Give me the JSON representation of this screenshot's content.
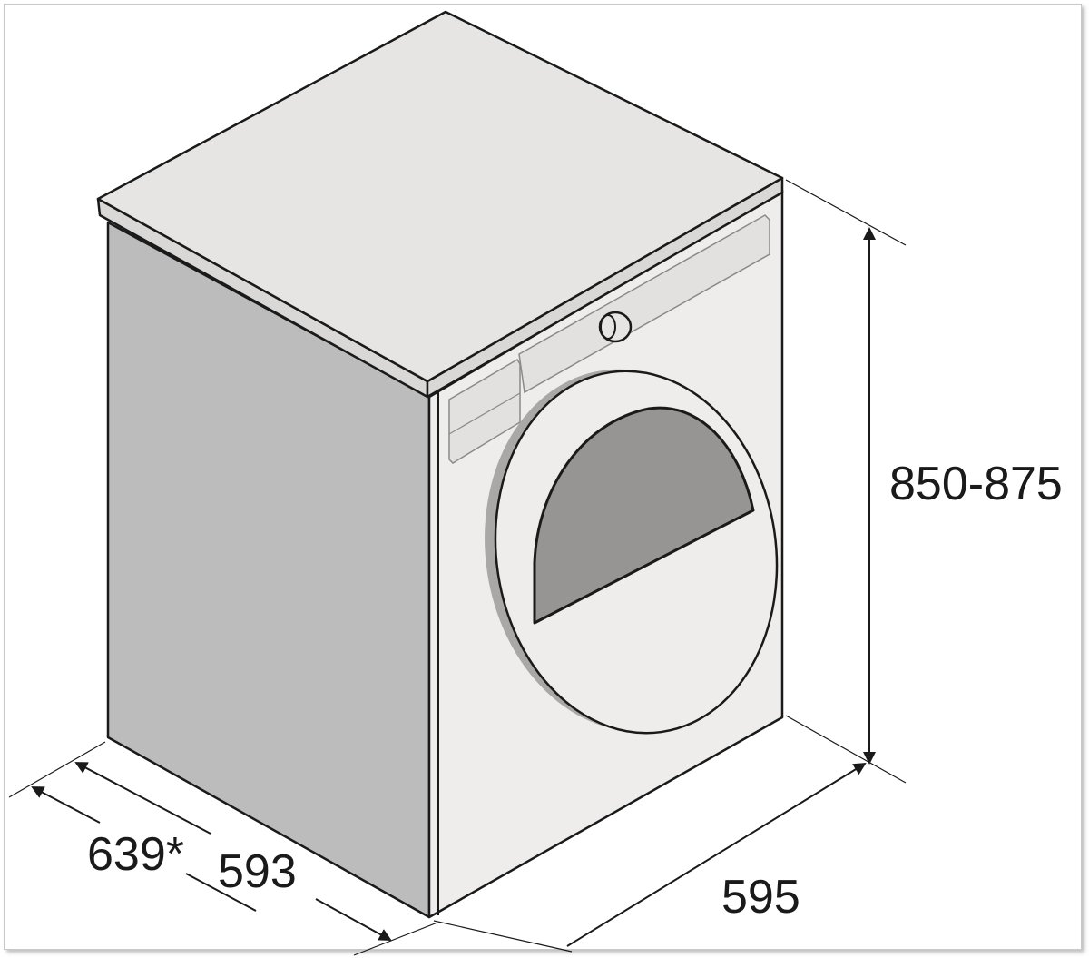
{
  "dimensions": {
    "height_label": "850-875",
    "width_label": "595",
    "depth_label": "593",
    "depth_door_open_label": "639*"
  },
  "colors": {
    "outline": "#1a1a1a",
    "top": "#e6e5e4",
    "side": "#bdbcbd",
    "front": "#eeedec",
    "porthole_glass": "#969594",
    "door_shadow": "#a9a8a7",
    "panel": "#e2e1e0"
  }
}
